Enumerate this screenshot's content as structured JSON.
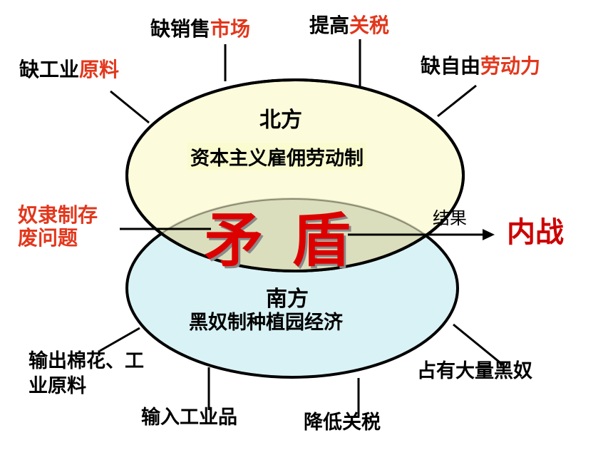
{
  "north": {
    "title": "北方",
    "system": "资本主义雇佣劳动制"
  },
  "south": {
    "title": "南方",
    "system": "黑奴制种植园经济"
  },
  "center": {
    "conflict": "矛 盾",
    "result_label": "结果",
    "result": "内战"
  },
  "left_issue": {
    "line1": "奴隶制存",
    "line2": "废问题"
  },
  "north_needs": [
    {
      "prefix": "缺工业",
      "highlight": "原料"
    },
    {
      "prefix": "缺销售",
      "highlight": "市场"
    },
    {
      "prefix": "提高",
      "highlight": "关税"
    },
    {
      "prefix": "缺自由",
      "highlight": "劳动力"
    }
  ],
  "south_traits": {
    "export_line1": "输出棉花、工",
    "export_line2": "业原料",
    "import": "输入工业品",
    "tariff": "降低关税",
    "slaves": "占有大量黑奴"
  },
  "colors": {
    "north_fill": "#fbfbd6",
    "south_fill": "#d9f2f5",
    "highlight": "#e2371c",
    "conflict": "#dd0000"
  }
}
